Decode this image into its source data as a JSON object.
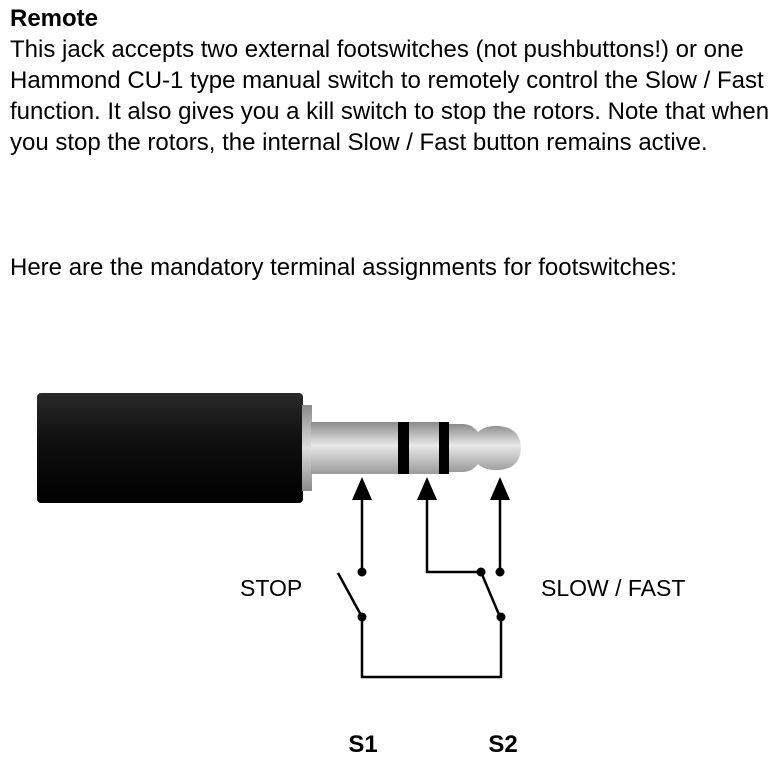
{
  "heading": "Remote",
  "intro": "This jack accepts two external footswitches (not pushbuttons!) or one Hammond CU-1 type manual switch to remotely control the Slow / Fast function. It also gives you a kill switch to stop the rotors. Note that when you stop the rotors, the internal Slow / Fast button remains active.",
  "assignments_text": "Here are the mandatory terminal assignments for footswitches:",
  "diagram": {
    "label_stop": "STOP",
    "label_slow_fast": "SLOW / FAST",
    "label_s1": "S1",
    "label_s2": "S2",
    "colors": {
      "plug_body": "#111111",
      "shaft_light": "#e6e6e6",
      "shaft_mid": "#bdbdbd",
      "shaft_dark": "#8a8a8a",
      "ring": "#000000",
      "wire": "#000000"
    }
  }
}
